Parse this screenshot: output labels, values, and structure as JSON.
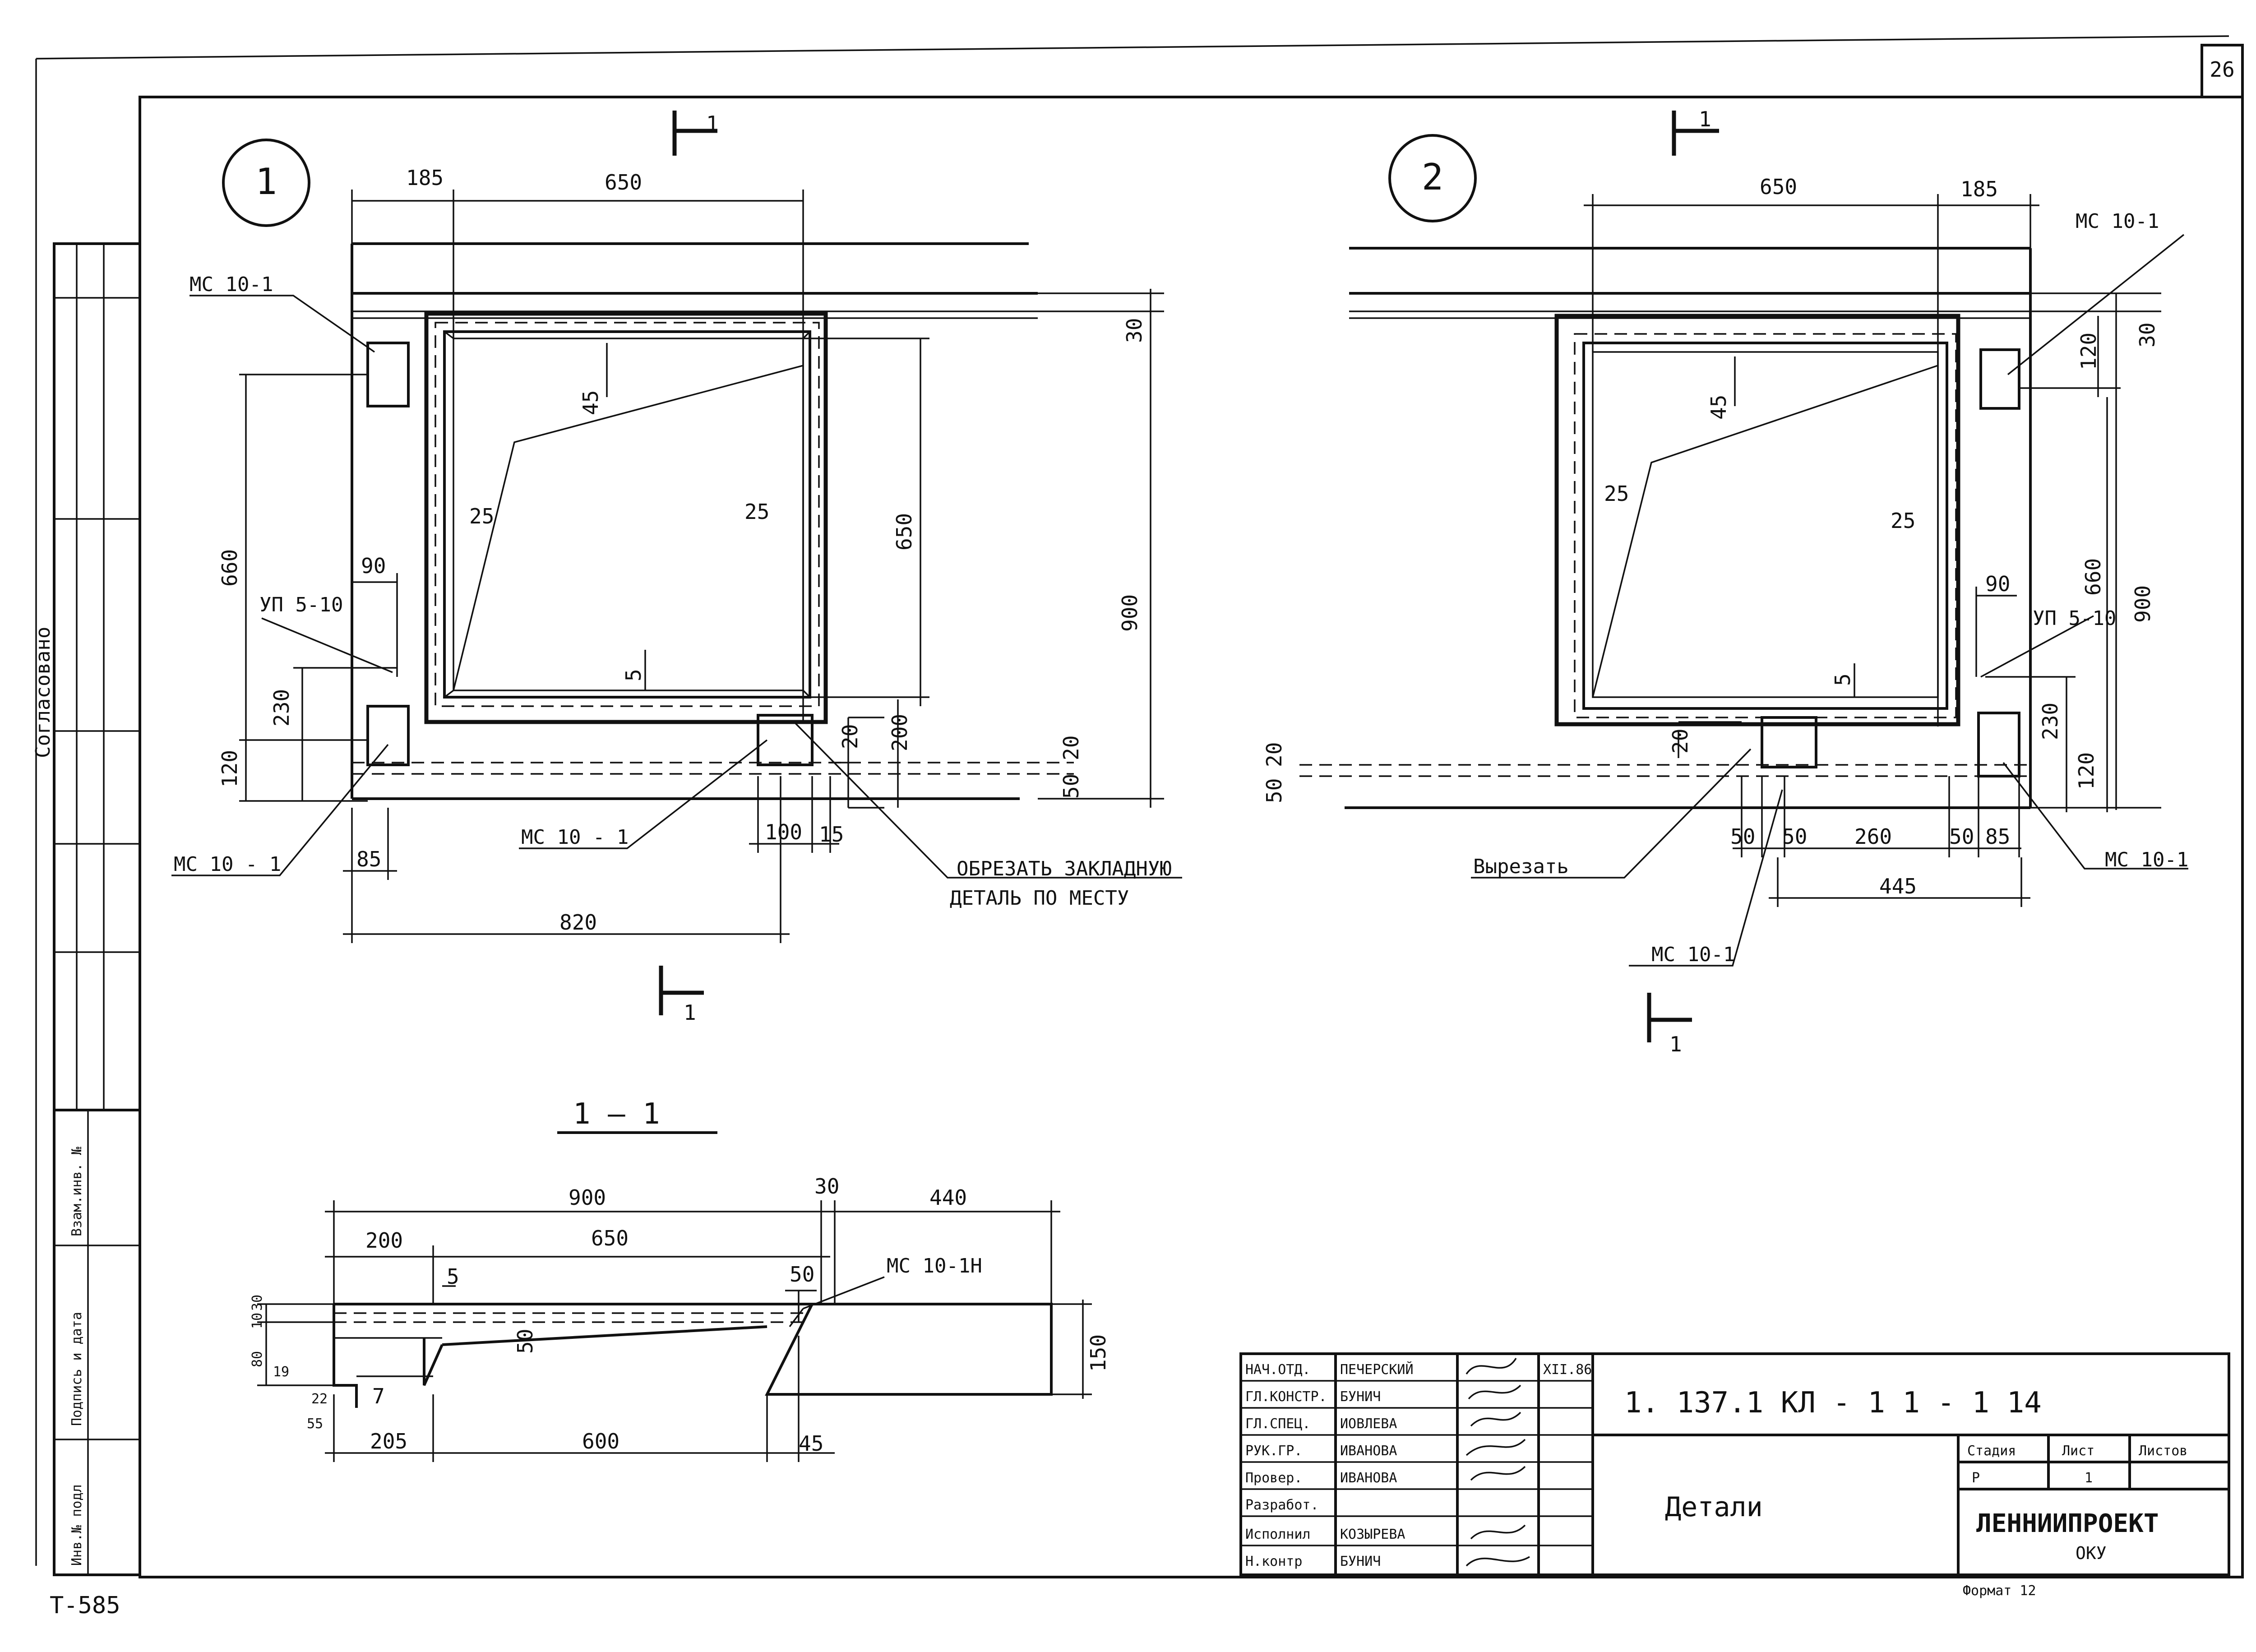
{
  "sheet": {
    "page_number": "26",
    "bottom_left_code": "T-585",
    "format_label": "Формат 12"
  },
  "side_stamp": {
    "agreed": "Согласовано",
    "exchange_inv": "Взам.инв. №",
    "sign_date": "Подпись и дата",
    "inv_orig": "Инв.№ подл"
  },
  "detail1": {
    "marker": "1",
    "cut_label_top": "1",
    "cut_label_bottom": "1",
    "labels": {
      "mc_top": "МС 10-1",
      "up": "УП 5-10",
      "mc_bottom_left": "МС 10 - 1",
      "mc_bottom_mid": "МС 10 - 1",
      "note_line1": "ОБРЕЗАТЬ ЗАКЛАДНУЮ",
      "note_line2": "ДЕТАЛЬ ПО МЕСТУ"
    },
    "dims": {
      "top_left": "185",
      "top_main": "650",
      "right_30": "30",
      "inner_45": "45",
      "inner_25_left": "25",
      "inner_25_right": "25",
      "inner_650": "650",
      "overall_900": "900",
      "left_660": "660",
      "left_90": "90",
      "left_230": "230",
      "left_120": "120",
      "bottom_5": "5",
      "right_20a": "20",
      "right_200": "200",
      "right_20b": "20",
      "right_50": "50",
      "bottom_85": "85",
      "bottom_100": "100",
      "bottom_15": "15",
      "bottom_820": "820"
    }
  },
  "detail2": {
    "marker": "2",
    "cut_label_top": "1",
    "cut_label_bottom": "1",
    "labels": {
      "mc_top": "МС 10-1",
      "up": "УП 5-10",
      "mc_right": "МС 10-1",
      "cut_out": "Вырезать",
      "mc_bottom": "МС 10-1"
    },
    "dims": {
      "top_main": "650",
      "top_right": "185",
      "inner_45": "45",
      "right_120": "120",
      "right_30": "30",
      "inner_25_left": "25",
      "inner_25_right": "25",
      "right_90": "90",
      "right_660": "660",
      "overall_900": "900",
      "bottom_5": "5",
      "right_230": "230",
      "right_120b": "120",
      "left_20": "20",
      "left_50": "50",
      "left_20b": "20",
      "b_50a": "50",
      "b_50b": "50",
      "b_260": "260",
      "b_50c": "50",
      "b_85": "85",
      "b_445": "445"
    }
  },
  "section": {
    "title": "1 — 1",
    "labels": {
      "mc": "МС 10-1Н"
    },
    "dims": {
      "top_900": "900",
      "top_30": "30",
      "top_440": "440",
      "row_200": "200",
      "row_650": "650",
      "d_5": "5",
      "d_50_top": "50",
      "d_50_mid": "50",
      "left_80": "80",
      "left_10": "10",
      "left_30": "30",
      "left_19": "19",
      "left_22": "22",
      "left_55": "55",
      "d_7": "7",
      "bottom_205": "205",
      "bottom_600": "600",
      "bottom_45": "45",
      "right_150": "150"
    }
  },
  "title_block": {
    "doc_code": "1. 137.1  КЛ - 1    1 - 1    14",
    "date": "XII.86",
    "title": "Детали",
    "org": "ЛЕННИИПРОЕКТ",
    "dept": "ОКУ",
    "stage_label": "Стадия",
    "stage_value": "Р",
    "sheet_label": "Лист",
    "sheet_value": "1",
    "sheets_label": "Листов",
    "rows": [
      {
        "role": "НАЧ.ОТД.",
        "name": "ПЕЧЕРСКИЙ"
      },
      {
        "role": "ГЛ.КОНСТР.",
        "name": "БУНИЧ"
      },
      {
        "role": "ГЛ.СПЕЦ.",
        "name": "ИОВЛЕВА"
      },
      {
        "role": "РУК.ГР.",
        "name": "ИВАНОВА"
      },
      {
        "role": "Провер.",
        "name": "ИВАНОВА"
      },
      {
        "role": "Разработ.",
        "name": ""
      },
      {
        "role": "Исполнил",
        "name": "КОЗЫРЕВА"
      },
      {
        "role": "Н.контр",
        "name": "БУНИЧ"
      }
    ]
  }
}
